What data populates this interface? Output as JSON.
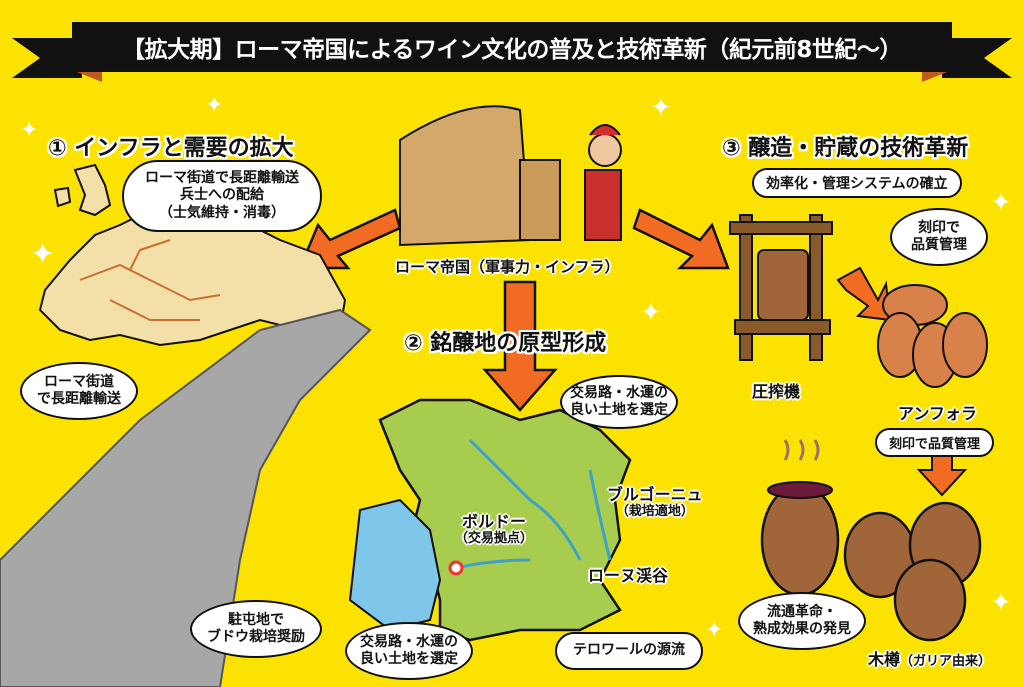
{
  "title": "【拡大期】ローマ帝国によるワイン文化の普及と技術革新（紀元前8世紀〜）",
  "colors": {
    "background": "#FCE200",
    "banner": "#111111",
    "arrow": "#F26B22",
    "map_land": "#A8CC4E",
    "europe_land": "#F3DFA8",
    "sea": "#7EC6EA",
    "road": "#9A9A9A"
  },
  "center": {
    "label": "ローマ帝国（軍事力・インフラ）",
    "icons": [
      "colosseum-icon",
      "roman-soldier-drinking-icon"
    ]
  },
  "section1": {
    "heading": "① インフラと需要の拡大",
    "bubble_main": [
      "ローマ街道で長距離輸送",
      "兵士への配給",
      "（士気維持・消毒）"
    ],
    "bubble_road": [
      "ローマ街道",
      "で長距離輸送"
    ],
    "bubble_camp": [
      "駐屯地で",
      "ブドウ栽培奨励"
    ]
  },
  "section2": {
    "heading": "② 銘醸地の原型形成",
    "bubble_top": [
      "交易路・水運の",
      "良い土地を選定"
    ],
    "bubble_bottom": [
      "交易路・水運の",
      "良い土地を選定"
    ],
    "bubble_terroir": "テロワールの源流",
    "places": [
      {
        "name": "ボルドー",
        "note": "（交易拠点）"
      },
      {
        "name": "ブルゴーニュ",
        "note": "（栽培適地）"
      },
      {
        "name": "ローヌ渓谷",
        "note": ""
      }
    ]
  },
  "section3": {
    "heading": "③ 醸造・貯蔵の技術革新",
    "subtitle": "効率化・管理システムの確立",
    "bubble_stamp": [
      "刻印で",
      "品質管理"
    ],
    "press_label": "圧搾機",
    "amphora_label": "アンフォラ",
    "amphora_note": "刻印で品質管理",
    "bubble_barrel": [
      "流通革命・",
      "熟成効果の発見"
    ],
    "barrel_label": "木樽",
    "barrel_note": "（ガリア由来）"
  }
}
